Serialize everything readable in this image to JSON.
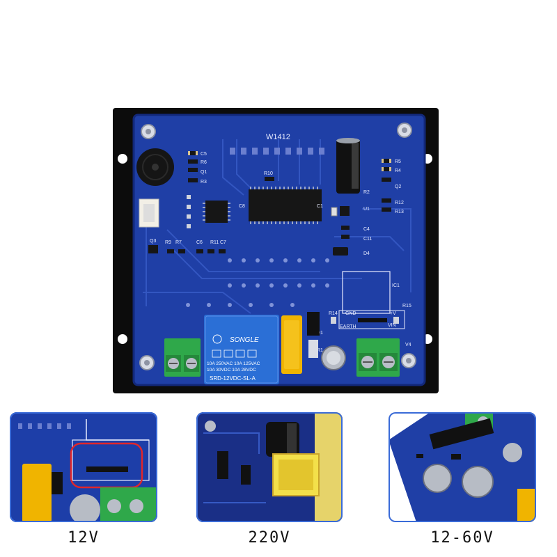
{
  "board": {
    "model": "W1412",
    "relay": {
      "brand": "SONGLE",
      "ratings": [
        "10A 250VAC  10A 125VAC",
        "10A  30VDC  10A  28VDC"
      ],
      "part": "SRD-12VDC-SL-A"
    },
    "labels": {
      "c5": "C5",
      "r6": "R6",
      "q1": "Q1",
      "r3": "R3",
      "r10": "R10",
      "r2": "R2",
      "u1": "U1",
      "r5": "R5",
      "r4": "R4",
      "q2": "Q2",
      "r12": "R12",
      "r13": "R13",
      "c8": "C8",
      "c1": "C1",
      "c4": "C4",
      "c11": "C11",
      "d4": "D4",
      "q3": "Q3",
      "r9": "R9",
      "r7": "R7",
      "c6": "C6",
      "r11": "R11",
      "c7": "C7",
      "ic1": "IC1",
      "r14": "R14",
      "r15": "R15",
      "gnd": "GND",
      "plus_v": "+V",
      "earth": "EARTH",
      "vin": "VIN",
      "v4": "V4",
      "d1": "D1",
      "r1": "R1"
    }
  },
  "variants": [
    {
      "caption": "12V"
    },
    {
      "caption": "220V"
    },
    {
      "caption": "12-60V"
    }
  ],
  "colors": {
    "pcb": "#1f3fa6",
    "pcb_dark": "#12287a",
    "frame": "#0c0c0c",
    "terminal": "#2fa84a",
    "relay": "#2b6fd6",
    "capacitor": "#f0b400",
    "highlight": "#e0262b"
  }
}
